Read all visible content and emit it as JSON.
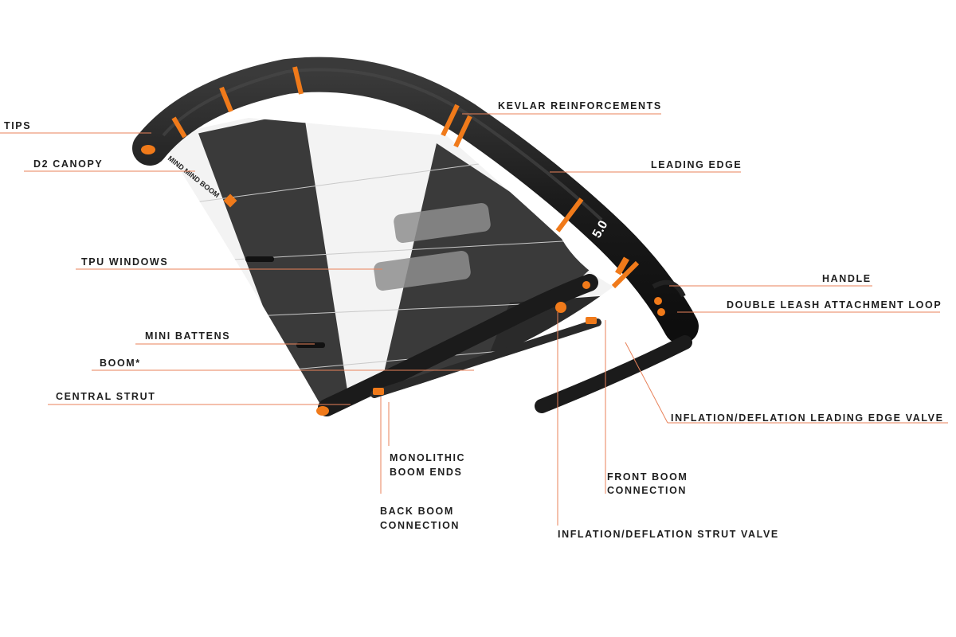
{
  "labels": {
    "tips": "TIPS",
    "d2_canopy": "D2 CANOPY",
    "tpu_windows": "TPU WINDOWS",
    "mini_battens": "MINI BATTENS",
    "boom": "BOOM*",
    "central_strut": "CENTRAL STRUT",
    "kevlar_reinforcements": "KEVLAR REINFORCEMENTS",
    "leading_edge": "LEADING EDGE",
    "handle": "HANDLE",
    "double_leash": "DOUBLE LEASH ATTACHMENT LOOP",
    "le_valve": "INFLATION/DEFLATION LEADING EDGE VALVE",
    "monolithic_1": "MONOLITHIC",
    "monolithic_2": "BOOM ENDS",
    "back_boom_1": "BACK BOOM",
    "back_boom_2": "CONNECTION",
    "front_boom_1": "FRONT BOOM",
    "front_boom_2": "CONNECTION",
    "strut_valve": "INFLATION/DEFLATION STRUT VALVE"
  },
  "product_marks": {
    "size": "5.0",
    "canopy_text": "MIND MIND BOOM"
  },
  "colors": {
    "accent_orange": "#f07a1a",
    "leader_line": "#e8825a",
    "tube_black": "#1b1b1b",
    "canopy_white": "#f3f3f3",
    "canopy_dark": "#3a3a3a",
    "window_grey": "#8e8e8e"
  }
}
